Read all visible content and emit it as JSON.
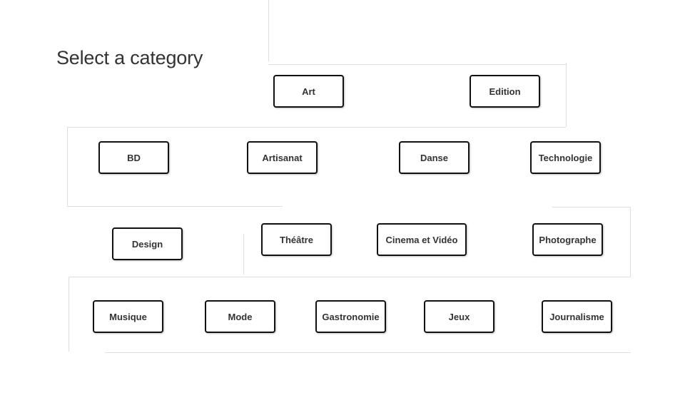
{
  "header": {
    "title": "Select a category"
  },
  "categories": [
    "Art",
    "Edition",
    "BD",
    "Artisanat",
    "Danse",
    "Technologie",
    "Design",
    "Théâtre",
    "Cinema et Vidéo",
    "Photographe",
    "Musique",
    "Mode",
    "Gastronomie",
    "Jeux",
    "Journalisme"
  ],
  "colors": {
    "button_border": "#111111",
    "text": "#333333",
    "divider": "#dedede"
  }
}
